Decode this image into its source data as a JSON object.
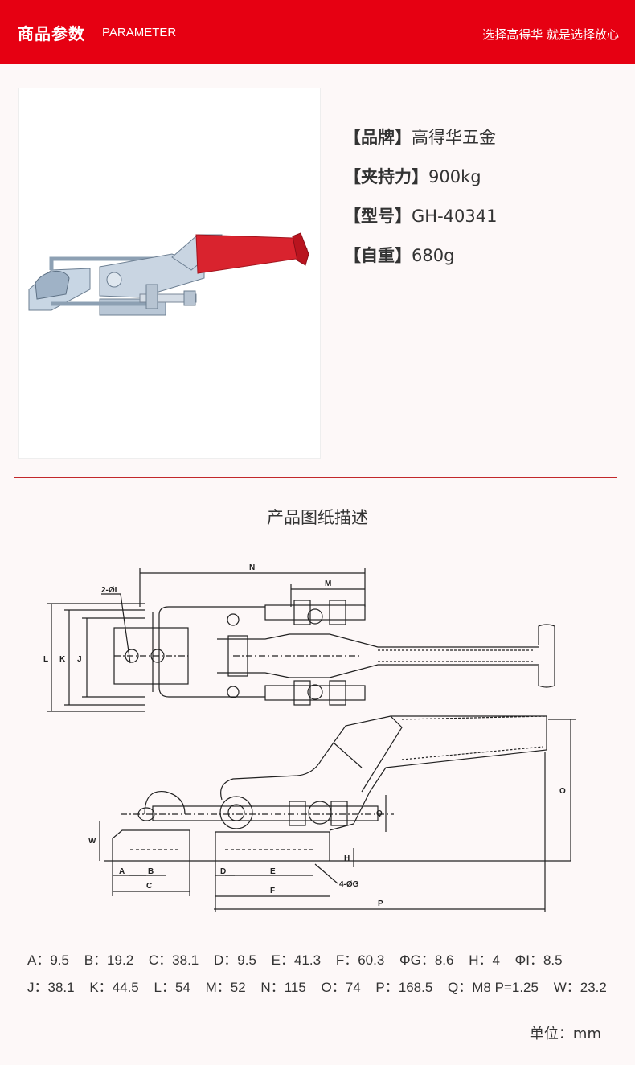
{
  "header": {
    "title": "商品参数",
    "subtitle": "PARAMETER",
    "slogan": "选择高得华 就是选择放心"
  },
  "specs": [
    {
      "key": "【品牌】",
      "value": "高得华五金"
    },
    {
      "key": "【夹持力】",
      "value": "900kg"
    },
    {
      "key": "【型号】",
      "value": "GH-40341"
    },
    {
      "key": "【自重】",
      "value": "680g"
    }
  ],
  "section_title": "产品图纸描述",
  "drawing_labels": {
    "N": "N",
    "M": "M",
    "I": "2-ØI",
    "L": "L",
    "K": "K",
    "J": "J",
    "O": "O",
    "Q": "Q",
    "W": "W",
    "H": "H",
    "A": "A",
    "B": "B",
    "C": "C",
    "D": "D",
    "E": "E",
    "F": "F",
    "G": "4-ØG",
    "P": "P"
  },
  "params_row1": [
    "A：9.5",
    "B：19.2",
    "C：38.1",
    "D：9.5",
    "E：41.3",
    "F：60.3",
    "ΦG：8.6",
    "H：4",
    "ΦI：8.5"
  ],
  "params_row2": [
    "J：38.1",
    "K：44.5",
    "L：54",
    "M：52",
    "N：115",
    "O：74",
    "P：168.5",
    "Q：M8 P=1.25",
    "W：23.2"
  ],
  "unit": "单位：mm",
  "colors": {
    "brand_red": "#e60012",
    "handle_red": "#d9232e"
  }
}
